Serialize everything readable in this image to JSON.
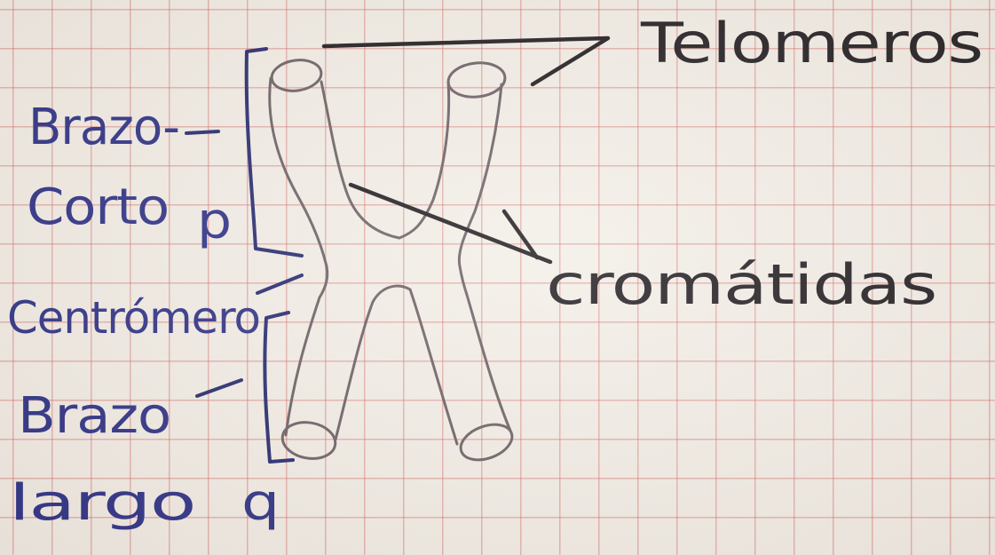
{
  "labels": {
    "telomeros": "Telomeros",
    "cromatidas": "cromátidas",
    "brazo_corto_1": "Brazo-",
    "brazo_corto_2": "Corto",
    "brazo_corto_letter": "p",
    "centromero": "Centrómero",
    "brazo_largo_1": "Brazo",
    "brazo_largo_2": "largo",
    "brazo_largo_letter": "q"
  },
  "colors": {
    "paper": "#f3eee7",
    "grid": "#d25f5f",
    "blue_ink": "#2b2f86",
    "black_ink": "#1e1a1e",
    "pencil": "#6b5e63"
  }
}
